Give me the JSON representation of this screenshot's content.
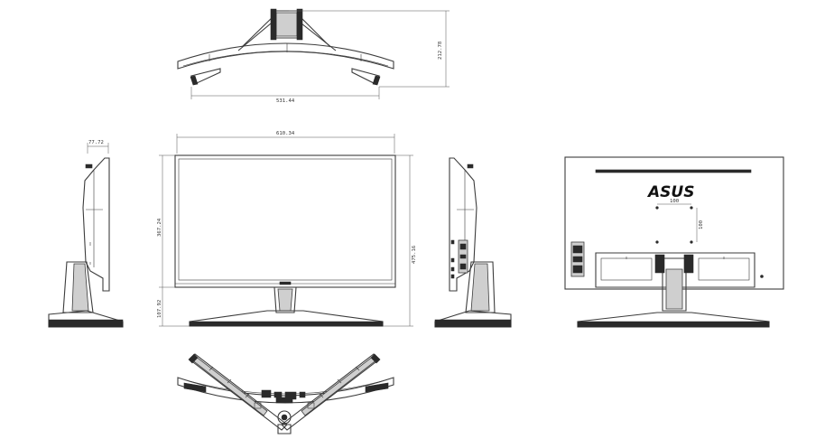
{
  "dimensions": {
    "top_depth": "212.78",
    "top_width": "531.44",
    "side_depth": "77.72",
    "front_width": "610.34",
    "screen_height": "367.24",
    "total_height": "475.16",
    "stand_height": "107.92",
    "vesa_horizontal": "100",
    "vesa_vertical": "100"
  },
  "brand": {
    "logo_text": "ASUS"
  },
  "colors": {
    "line": "#3c3c3c",
    "dark_fill": "#2a2a2a"
  }
}
